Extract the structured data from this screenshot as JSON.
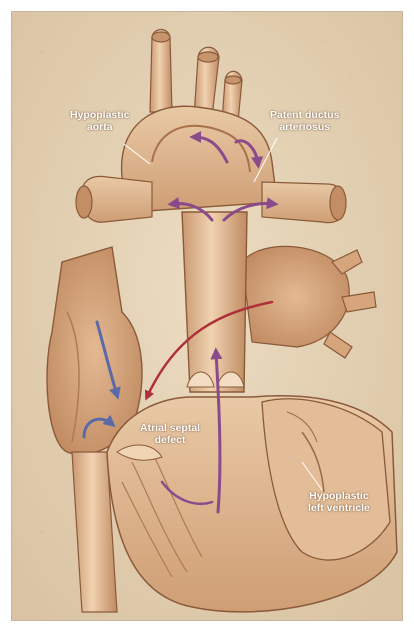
{
  "labels": {
    "hypoplastic_aorta": {
      "line1": "Hypoplastic",
      "line2": "aorta"
    },
    "patent_ductus": {
      "line1": "Patent ductus",
      "line2": "arteriosus"
    },
    "atrial_septal_defect": {
      "line1": "Atrial septal",
      "line2": "defect"
    },
    "hypoplastic_left_ventricle": {
      "line1": "Hypoplastic",
      "line2": "left ventricle"
    }
  },
  "colors": {
    "background": "#e6d3b6",
    "tissue_light": "#e9c9a6",
    "tissue_mid": "#d9ac82",
    "tissue_dark": "#b8845c",
    "outline": "#8a5a3a",
    "arrow_blue": "#5a6aa8",
    "arrow_purple": "#8a4a8c",
    "arrow_red": "#b0303a",
    "label_text": "#ffffff"
  }
}
